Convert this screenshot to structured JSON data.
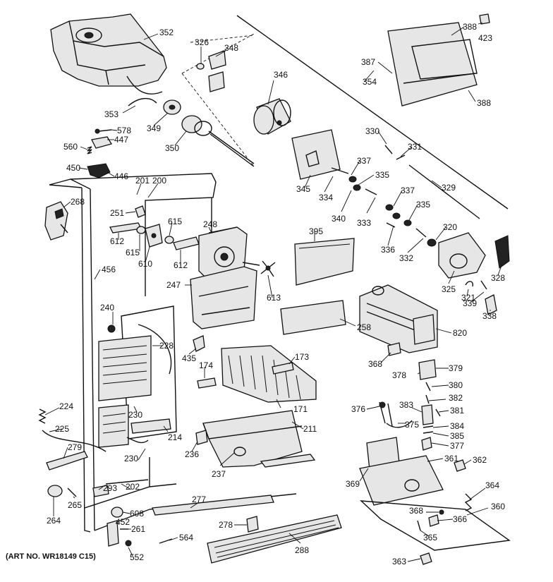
{
  "diagram": {
    "part_numbers": [
      "352",
      "326",
      "348",
      "346",
      "353",
      "349",
      "350",
      "578",
      "447",
      "560",
      "450",
      "446",
      "201",
      "200",
      "268",
      "251",
      "615",
      "612",
      "610",
      "248",
      "247",
      "456",
      "240",
      "228",
      "435",
      "174",
      "173",
      "224",
      "225",
      "279",
      "230",
      "214",
      "211",
      "237",
      "236",
      "202",
      "293",
      "265",
      "264",
      "608",
      "452",
      "261",
      "552",
      "564",
      "277",
      "278",
      "288",
      "388",
      "423",
      "387",
      "354",
      "330",
      "331",
      "337",
      "335",
      "345",
      "334",
      "340",
      "333",
      "336",
      "329",
      "320",
      "332",
      "395",
      "325",
      "328",
      "321",
      "339",
      "338",
      "258",
      "820",
      "368",
      "378",
      "379",
      "380",
      "376",
      "382",
      "383",
      "375",
      "381",
      "384",
      "385",
      "377",
      "361",
      "362",
      "369",
      "364",
      "366",
      "365",
      "360",
      "363",
      "613",
      "171"
    ],
    "art_no": "(ART NO. WR18149 C15)"
  }
}
